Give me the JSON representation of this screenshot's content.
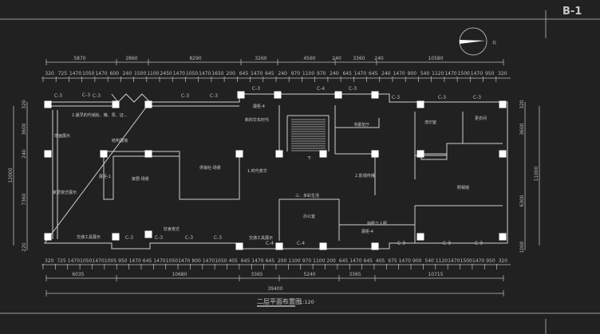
{
  "sheet": {
    "code": "B-1",
    "north_label": "北"
  },
  "title": {
    "name": "二层平面布置图",
    "scale": "1:120"
  },
  "dims_top": {
    "overall": [
      "5870",
      "2860",
      "8290",
      "3260",
      "4560",
      "240",
      "3360",
      "240",
      "10580"
    ],
    "detail": [
      "320",
      "725",
      "1470",
      "1050",
      "1470",
      "600",
      "240",
      "1500",
      "1100",
      "2450",
      "1470",
      "1050",
      "1470",
      "1650",
      "200",
      "645",
      "1470",
      "645",
      "240",
      "970",
      "1100",
      "970",
      "240",
      "645",
      "1470",
      "645",
      "240",
      "1470",
      "900",
      "540",
      "1120",
      "1470",
      "1500",
      "1470",
      "950",
      "320"
    ]
  },
  "dims_bottom": {
    "detail": [
      "320",
      "725",
      "1470",
      "1050",
      "1470",
      "1005",
      "950",
      "1470",
      "645",
      "1470",
      "1050",
      "1470",
      "800",
      "1470",
      "1050",
      "405",
      "645",
      "1470",
      "645",
      "200",
      "1100",
      "970",
      "1100",
      "200",
      "645",
      "1470",
      "645",
      "405",
      "975",
      "1470",
      "900",
      "540",
      "1120",
      "1470",
      "1500",
      "1470",
      "950",
      "320"
    ],
    "overall": [
      "6035",
      "10680",
      "3365",
      "5240",
      "3365",
      "10715"
    ],
    "total": "39400"
  },
  "dims_left": {
    "total": "12000",
    "parts": [
      "320",
      "3600",
      "240",
      "7360",
      "220"
    ]
  },
  "dims_right": {
    "total": "11000",
    "parts": [
      "320",
      "3600",
      "6300",
      "1000"
    ]
  },
  "window_tags": [
    "C-3",
    "C-4"
  ],
  "rooms": {
    "r1": "2.最早的代销处、粮、票、证...",
    "r2": "墙面展示",
    "r3": "结构展墙",
    "r4": "展柜-1",
    "r5": "家居-场景",
    "r6": "供销社-场景",
    "r7": "家居变迁展示",
    "r8": "交通工具展示",
    "r9": "饮食变迁",
    "r10": "展柜-4",
    "r11": "新的华东时代",
    "r12": "1.时代变华",
    "r13": "交通工具展示",
    "r14": "三、多彩生活",
    "r15": "办公室",
    "r16": "书报览厅",
    "r17": "2.影视传播",
    "r18": "洗印室",
    "r19": "更衣间",
    "r20": "照相馆",
    "r21": "展柜-4",
    "r22": "拍照个人照",
    "r23": "下"
  }
}
